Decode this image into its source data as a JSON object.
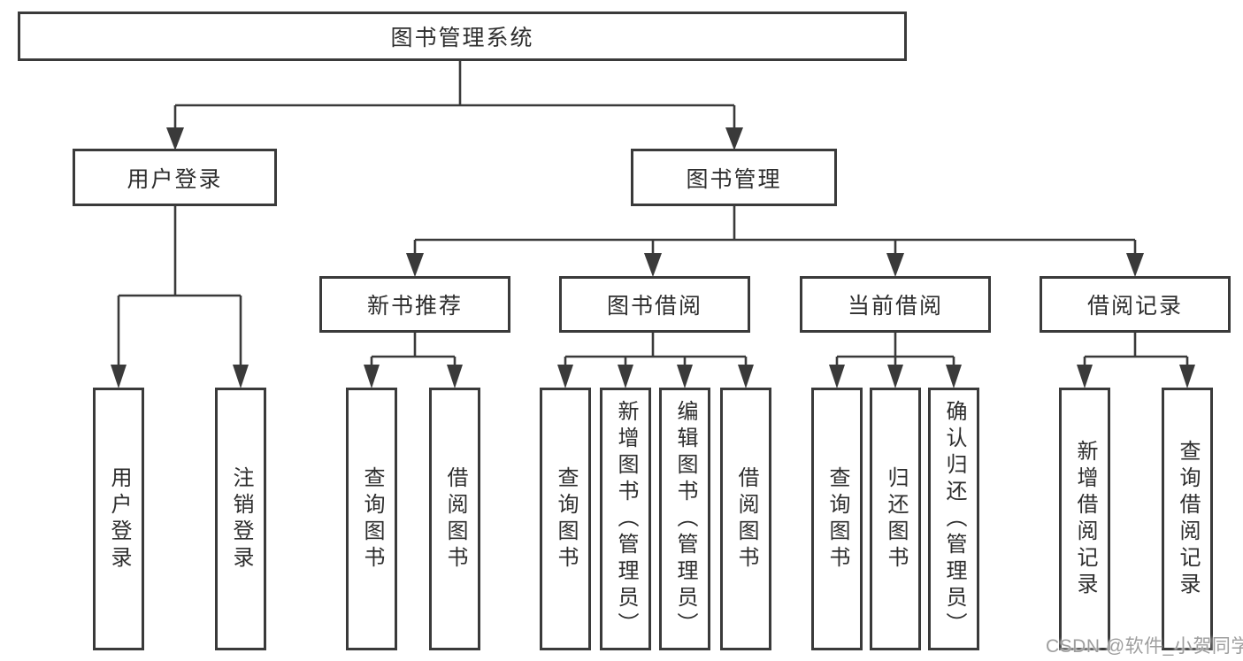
{
  "diagram": {
    "root": "图书管理系统",
    "level2": {
      "user_login": "用户登录",
      "book_mgmt": "图书管理"
    },
    "level3": {
      "new_book": "新书推荐",
      "book_borrow": "图书借阅",
      "current_borrow": "当前借阅",
      "borrow_record": "借阅记录"
    },
    "leaves": {
      "user_login": [
        "用户登录",
        "注销登录"
      ],
      "new_book": [
        "查询图书",
        "借阅图书"
      ],
      "book_borrow": [
        "查询图书",
        "新增图书（管理员）",
        "编辑图书（管理员）",
        "借阅图书"
      ],
      "current_borrow": [
        "查询图书",
        "归还图书",
        "确认归还（管理员）"
      ],
      "borrow_record": [
        "新增借阅记录",
        "查询借阅记录"
      ]
    }
  },
  "watermark": "CSDN @软件_小贺同学",
  "colors": {
    "line": "#3a3a3a",
    "text": "#2e2e2e",
    "background": "#ffffff",
    "watermark": "#9e9e9e"
  }
}
